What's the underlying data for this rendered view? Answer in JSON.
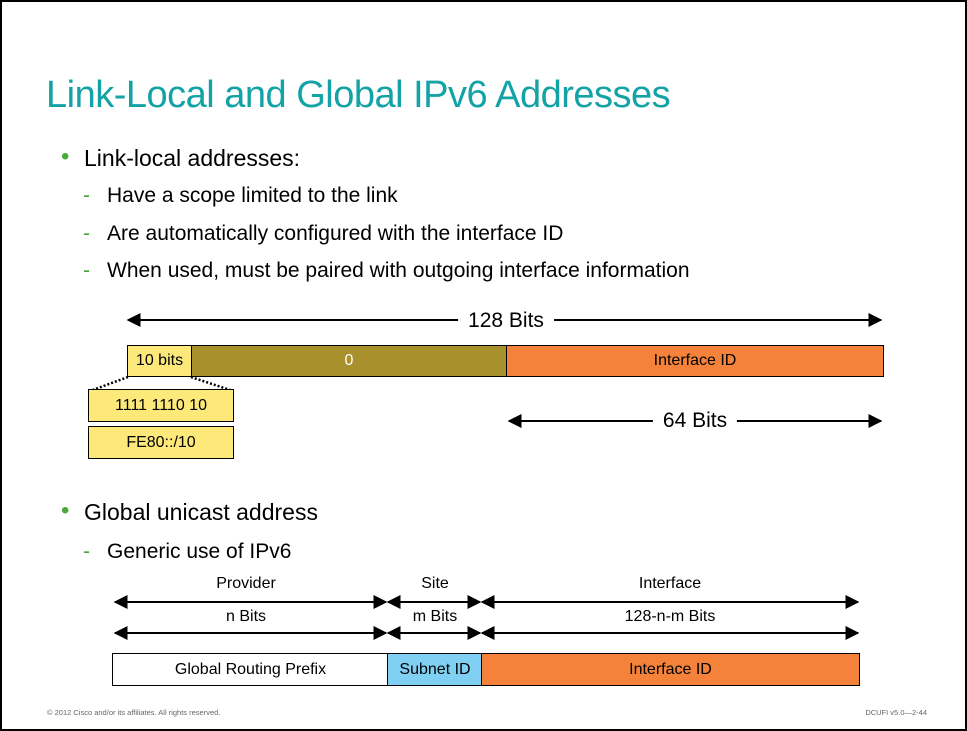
{
  "slide": {
    "title": "Link-Local and Global IPv6 Addresses",
    "footer_left": "© 2012 Cisco and/or its affiliates. All rights reserved.",
    "footer_right": "DCUFI v5.0—2-44"
  },
  "link_local": {
    "bullet": "Link-local addresses:",
    "subpoints": [
      "Have a scope limited to the link",
      "Are automatically configured with the interface ID",
      "When used, must be paired with outgoing interface information"
    ],
    "total_bits_label": "128 Bits",
    "fields": {
      "prefix": "10 bits",
      "zero": "0",
      "interface": "Interface ID"
    },
    "prefix_binary": "1111 1110 10",
    "prefix_notation": "FE80::/10",
    "interface_bits_label": "64 Bits"
  },
  "global": {
    "bullet": "Global unicast address",
    "subpoint": "Generic use of IPv6",
    "sections": [
      "Provider",
      "Site",
      "Interface"
    ],
    "bit_labels": [
      "n Bits",
      "m Bits",
      "128-n-m Bits"
    ],
    "fields": [
      "Global Routing Prefix",
      "Subnet ID",
      "Interface ID"
    ]
  },
  "colors": {
    "title": "#13a3a6",
    "bullet": "#4aa83a",
    "prefix_field": "#fde97a",
    "zero_field": "#a8902c",
    "interface_field": "#f4823a",
    "subnet_field": "#7fd0f2"
  }
}
